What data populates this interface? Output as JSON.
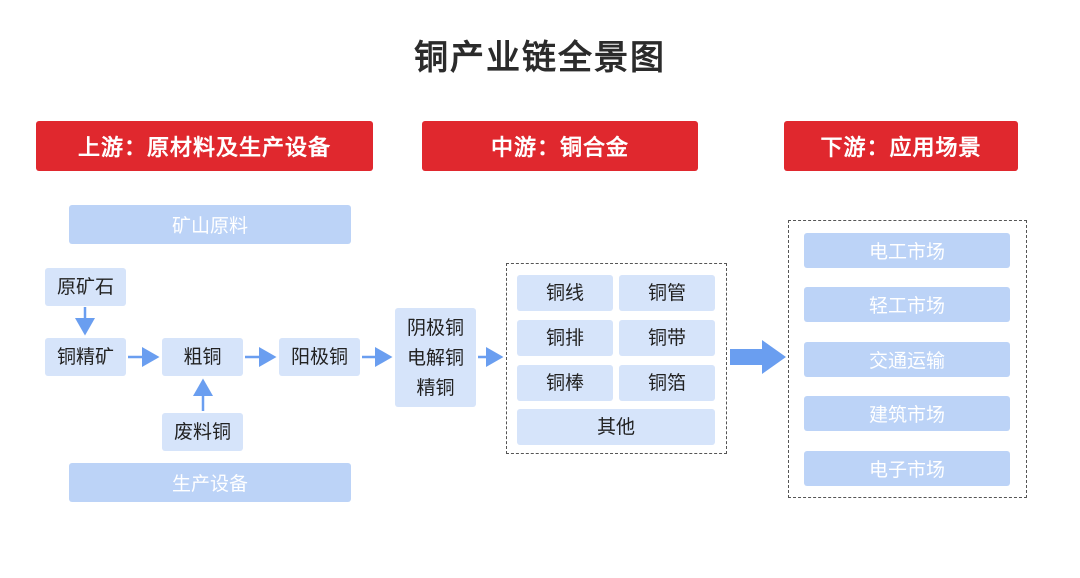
{
  "title": "铜产业链全景图",
  "headers": {
    "upstream": "上游：原材料及生产设备",
    "midstream": "中游：铜合金",
    "downstream": "下游：应用场景"
  },
  "upstream": {
    "raw_band": "矿山原料",
    "ore": "原矿石",
    "concentrate": "铜精矿",
    "blister": "粗铜",
    "anode": "阳极铜",
    "scrap": "废料铜",
    "equipment_band": "生产设备"
  },
  "midstream": {
    "refined_lines": [
      "阴极铜",
      "电解铜",
      "精铜"
    ],
    "alloys": [
      "铜线",
      "铜管",
      "铜排",
      "铜带",
      "铜棒",
      "铜箔"
    ],
    "other": "其他"
  },
  "downstream": {
    "markets": [
      "电工市场",
      "轻工市场",
      "交通运输",
      "建筑市场",
      "电子市场"
    ]
  },
  "colors": {
    "header_red": "#e0282e",
    "box_light_blue": "#d6e4fa",
    "band_blue": "#bcd3f7",
    "arrow_blue": "#6a9ef0"
  }
}
